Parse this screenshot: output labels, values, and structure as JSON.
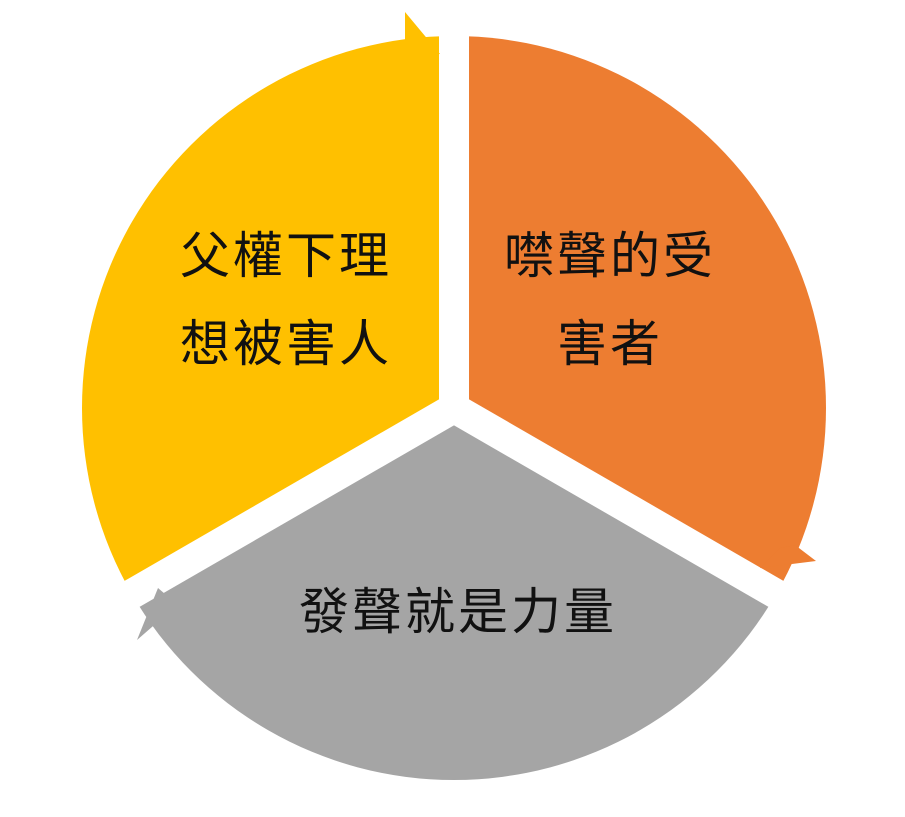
{
  "diagram": {
    "type": "cycle",
    "segments": [
      {
        "id": "yellow",
        "lines": [
          "父權下理",
          "想被害人"
        ],
        "color": "#FFC000"
      },
      {
        "id": "orange",
        "lines": [
          "噤聲的受",
          "害者"
        ],
        "color": "#ED7D31"
      },
      {
        "id": "gray",
        "lines": [
          "發聲就是力量"
        ],
        "color": "#A5A5A5"
      }
    ]
  }
}
